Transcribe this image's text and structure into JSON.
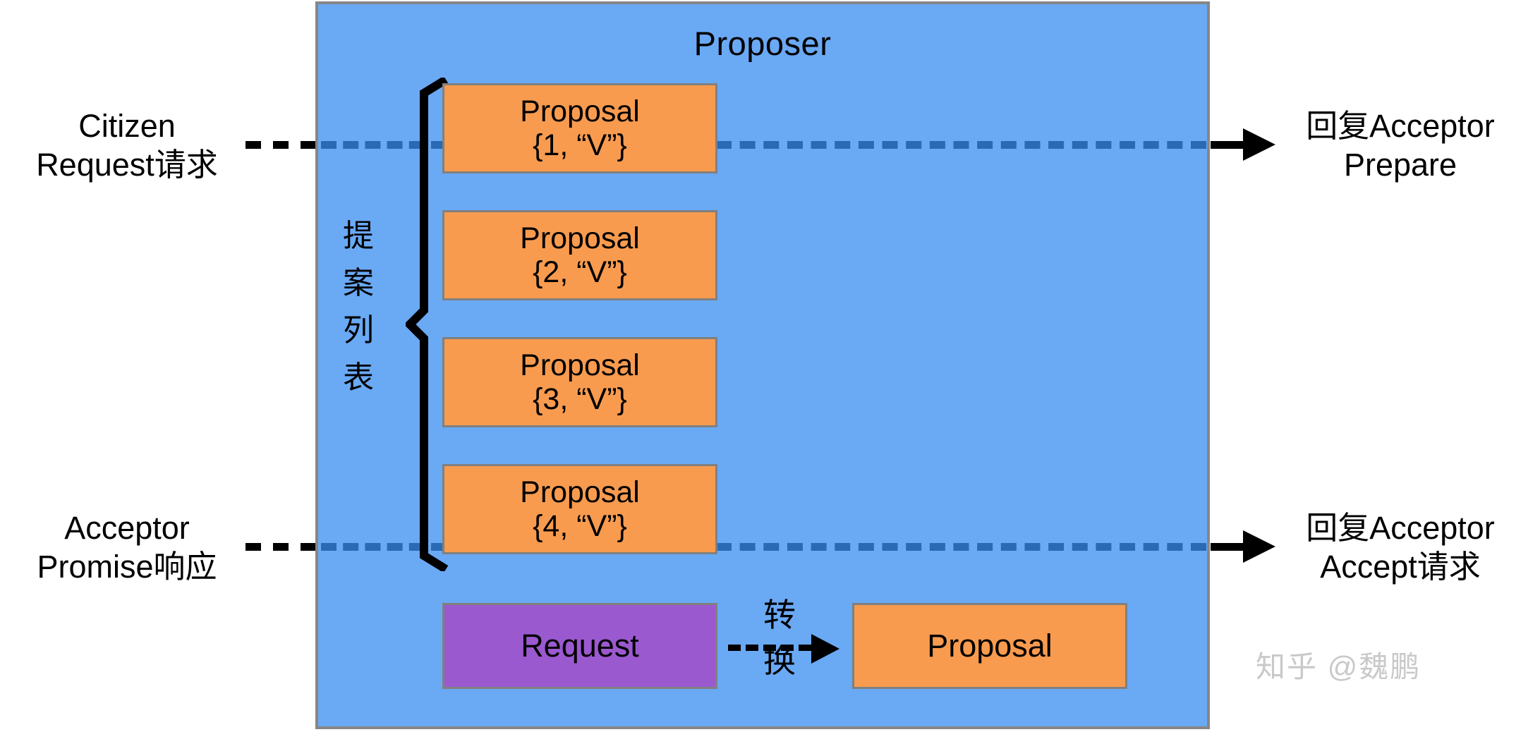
{
  "diagram": {
    "panel": {
      "title": "Proposer",
      "bg_color": "#6aa9f4",
      "border_color": "#868686"
    },
    "list_label": "提\n案\n列\n表",
    "proposals": [
      {
        "line1": "Proposal",
        "line2": "{1, “V”}"
      },
      {
        "line1": "Proposal",
        "line2": "{2, “V”}"
      },
      {
        "line1": "Proposal",
        "line2": "{3, “V”}"
      },
      {
        "line1": "Proposal",
        "line2": "{4, “V”}"
      }
    ],
    "bottom_row": {
      "request_label": "Request",
      "request_color": "#9b59d0",
      "convert_label": "转\n换",
      "proposal_label": "Proposal",
      "proposal_color": "#f89b4f"
    },
    "left_labels": [
      "Citizen\nRequest请求",
      "Acceptor\nPromise响应"
    ],
    "right_labels": [
      "回复Acceptor\nPrepare",
      "回复Acceptor\nAccept请求"
    ],
    "colors": {
      "panel_blue": "#6aa9f4",
      "proposal_orange": "#f89b4f",
      "request_purple": "#9b59d0",
      "dash_inside": "#2a6ab5",
      "dash_outside": "#000000",
      "box_border": "#808080"
    },
    "watermark": "知乎 @魏鹏"
  }
}
